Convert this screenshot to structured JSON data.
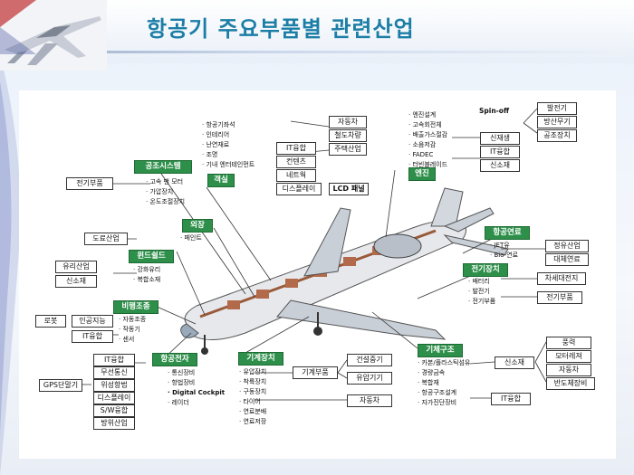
{
  "title": "항공기 주요부품별 관련산업",
  "left_groups": {
    "airconditioning": {
      "header": "공조시스템",
      "items": [
        "고속 팬 모터",
        "가압장치",
        "온도조절장치"
      ],
      "box": "전기부품"
    },
    "exterior": {
      "header": "외장",
      "items": [
        "페인트"
      ],
      "box": "도료산업"
    },
    "windshield": {
      "header": "윈드쉴드",
      "items": [
        "강화유리",
        "복합소재"
      ],
      "boxes": [
        "유리산업",
        "신소재"
      ]
    },
    "flight_control": {
      "header": "비행조종",
      "items": [
        "자동조종",
        "작동기",
        "센서"
      ],
      "boxes": [
        "로봇",
        "인공지능",
        "IT융합"
      ]
    },
    "avionics": {
      "header": "항공전자",
      "items": [
        "통신장비",
        "항법장비",
        "Digital Cockpit",
        "레이더"
      ],
      "boxes": [
        "IT융합",
        "무선통신",
        "위성항법",
        "디스플레이",
        "S/W융합",
        "방위산업"
      ],
      "gps": "GPS단말기"
    }
  },
  "cabin": {
    "header": "객실",
    "items": [
      "항공기좌석",
      "인테리어",
      "난연재료",
      "조명",
      "기내 엔터테인먼트"
    ],
    "boxes_right": [
      "자동차",
      "철도차량",
      "주택산업"
    ],
    "it_boxes": [
      "IT융합",
      "컨텐츠",
      "네트웍",
      "디스플레이"
    ],
    "lcd": "LCD 패널"
  },
  "engine": {
    "header": "엔진",
    "items": [
      "엔진설계",
      "고속회전체",
      "배출가스절감",
      "소음저감",
      "FADEC",
      "터빈블레이드"
    ],
    "spinoff": "Spin-off",
    "spinoff_boxes": [
      "발전기",
      "방산무기",
      "공조장치"
    ],
    "boxes": [
      "신재생",
      "IT융합",
      "신소재"
    ]
  },
  "fuel": {
    "header": "항공연료",
    "items": [
      "JET유",
      "Bio-연료"
    ],
    "boxes": [
      "정유산업",
      "대체연료"
    ]
  },
  "electrical": {
    "header": "전기장치",
    "items": [
      "배터리",
      "발전기",
      "전기부품"
    ],
    "boxes": [
      "차세대전지",
      "전기부품"
    ]
  },
  "mechanical": {
    "header": "기계장치",
    "items": [
      "유압장치",
      "착륙장치",
      "구동장치",
      "타이어",
      "연료분배",
      "연료저장"
    ],
    "box_mid": "기계부품",
    "boxes": [
      "건설중기",
      "유압기기",
      "자동차"
    ]
  },
  "airframe": {
    "header": "기체구조",
    "items": [
      "카본/플라스틱섬유",
      "경량금속",
      "복합재",
      "항공구조설계",
      "자가진단장비"
    ],
    "box_mid": "신소재",
    "boxes": [
      "풍력",
      "모터레져",
      "자동차",
      "반도체장비"
    ],
    "it": "IT융합"
  },
  "colors": {
    "title": "#1c7ea6",
    "header_green": "#2e8f4a"
  }
}
